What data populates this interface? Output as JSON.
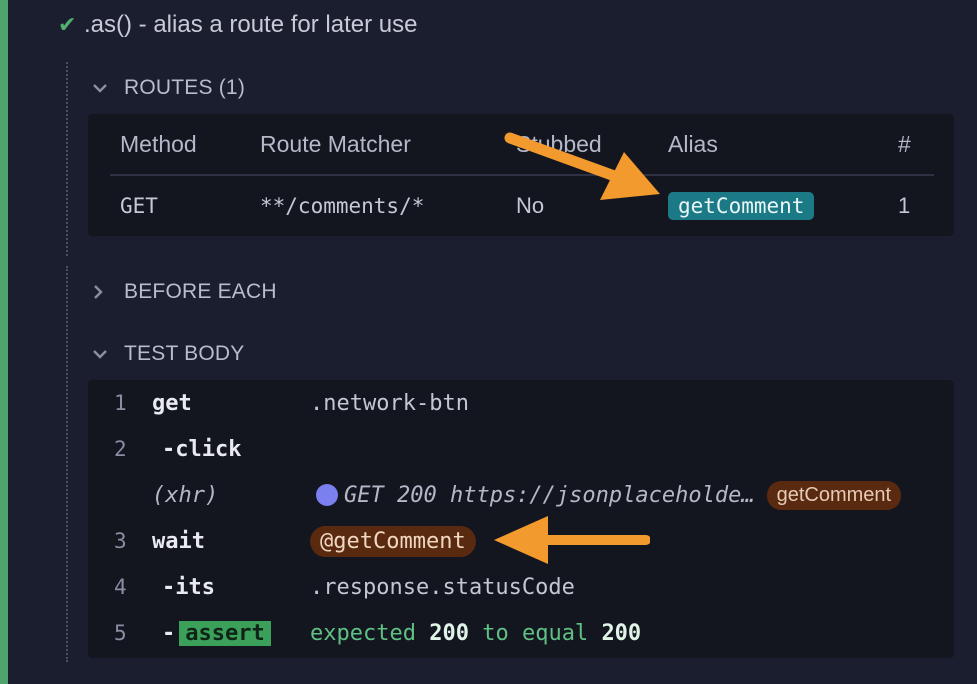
{
  "test": {
    "title": ".as() - alias a route for later use"
  },
  "routes": {
    "header_label": "ROUTES (1)",
    "columns": [
      "Method",
      "Route Matcher",
      "Stubbed",
      "Alias",
      "#"
    ],
    "rows": [
      {
        "method": "GET",
        "matcher": "**/comments/*",
        "stubbed": "No",
        "alias": "getComment",
        "count": "1"
      }
    ]
  },
  "before_each": {
    "header_label": "BEFORE EACH"
  },
  "test_body": {
    "header_label": "TEST BODY",
    "commands": [
      {
        "num": "1",
        "name": "get",
        "message": ".network-btn"
      },
      {
        "num": "2",
        "name": "-click",
        "message": ""
      },
      {
        "num": "",
        "name": "(xhr)",
        "message": "GET 200 https://jsonplaceholde…",
        "alias": "getComment"
      },
      {
        "num": "3",
        "name": "wait",
        "message": "@getComment"
      },
      {
        "num": "4",
        "name": "-its",
        "message": ".response.statusCode"
      },
      {
        "num": "5",
        "name": "-",
        "badge": "assert",
        "msg_parts": [
          "expected",
          "200",
          "to equal",
          "200"
        ]
      }
    ]
  },
  "colors": {
    "pass_green": "#4fa36b",
    "alias_teal": "#1b7a86",
    "alias_brown": "#5a2a10",
    "arrow_orange": "#f29a2e",
    "xhr_dot": "#7a80ee"
  }
}
